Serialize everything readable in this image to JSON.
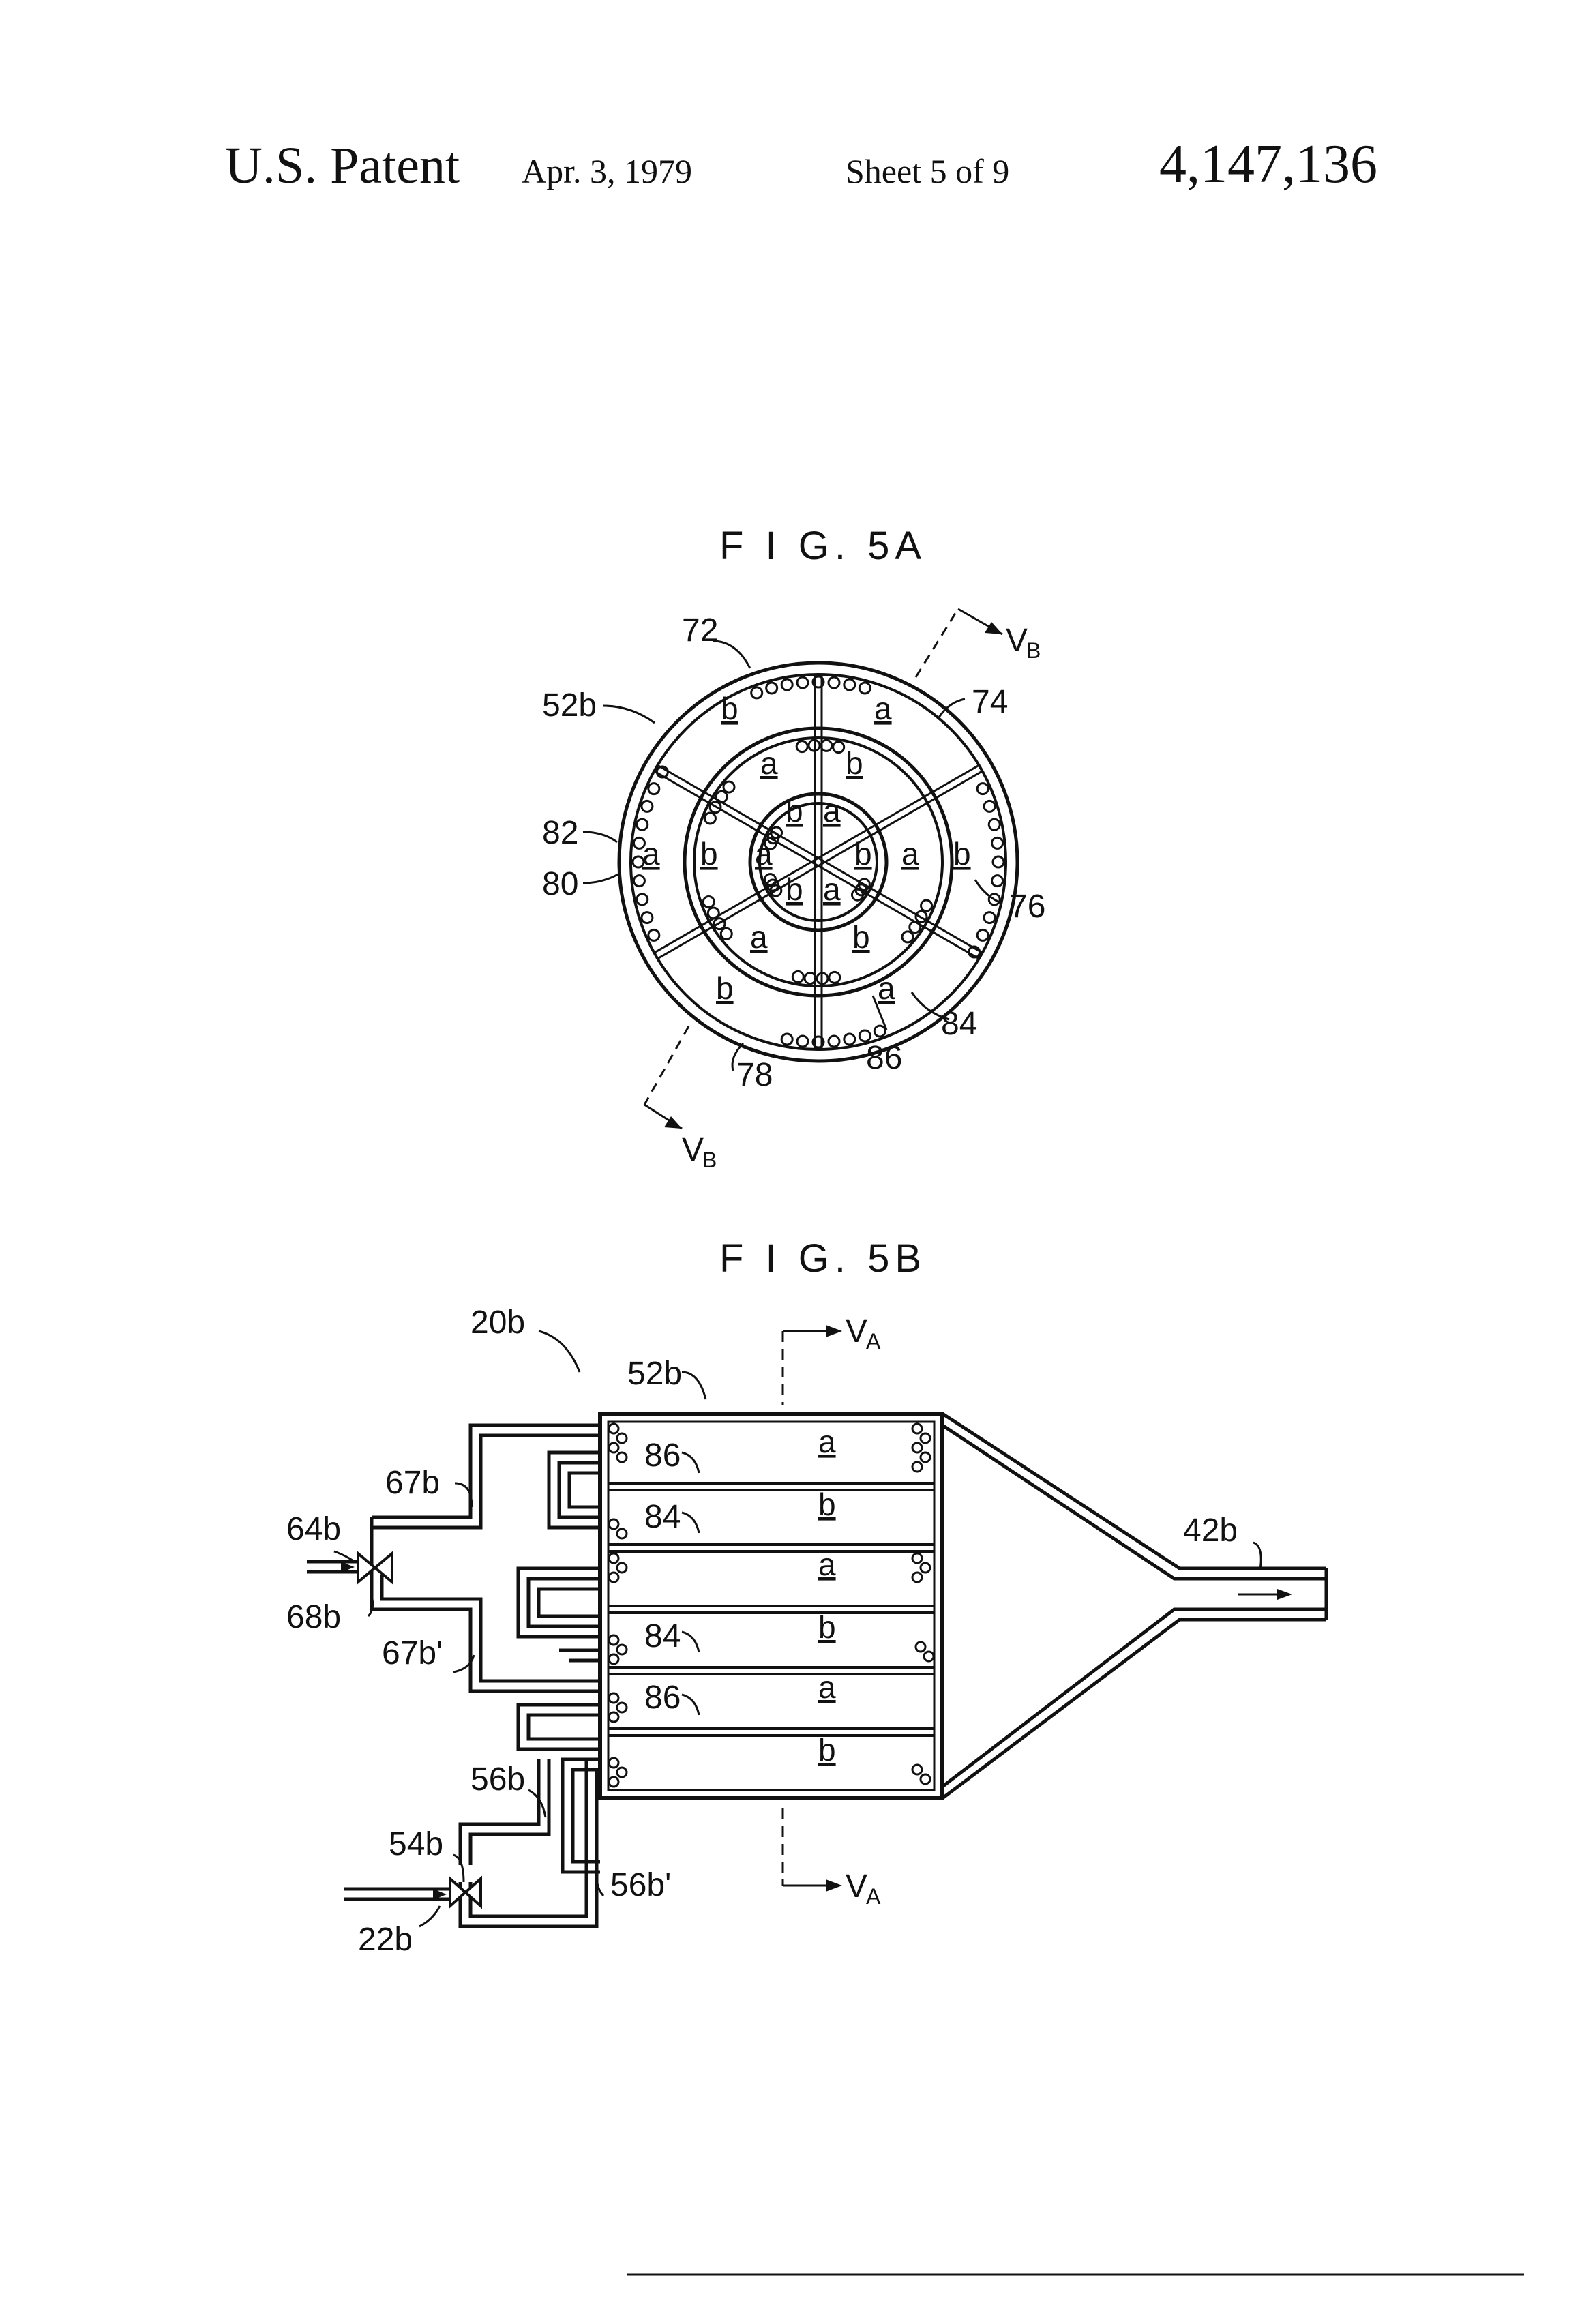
{
  "header": {
    "patent": "U.S. Patent",
    "date": "Apr. 3, 1979",
    "sheet": "Sheet 5 of 9",
    "number": "4,147,136"
  },
  "fig5a": {
    "title": "F I G. 5A",
    "section_mark": "V",
    "section_sub": "B",
    "refs": {
      "r72": "72",
      "r52b": "52b",
      "r74": "74",
      "r82": "82",
      "r80": "80",
      "r76": "76",
      "r84": "84",
      "r86": "86",
      "r78": "78"
    },
    "zones": [
      "a",
      "b"
    ]
  },
  "fig5b": {
    "title": "F I G. 5B",
    "section_mark": "V",
    "section_sub": "A",
    "refs": {
      "r20b": "20b",
      "r52b": "52b",
      "r67b": "67b",
      "r64b": "64b",
      "r68b": "68b",
      "r67b2": "67b'",
      "r56b": "56b",
      "r54b": "54b",
      "r22b": "22b",
      "r56b2": "56b'",
      "r42b": "42b",
      "r86": "86",
      "r84": "84"
    },
    "rows": [
      "a",
      "b",
      "a",
      "b",
      "a",
      "b"
    ]
  }
}
